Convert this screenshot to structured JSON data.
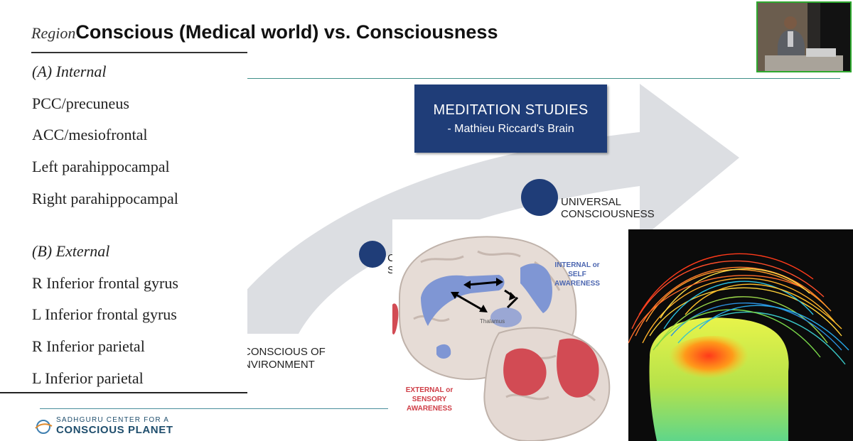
{
  "slide": {
    "title_region": "Region",
    "title_main": "Conscious (Medical world) vs. Consciousness"
  },
  "regions": {
    "internal_header": "(A) Internal",
    "internal_items": [
      "PCC/precuneus",
      "ACC/mesiofrontal",
      "Left parahippocampal",
      "Right parahippocampal"
    ],
    "external_header": "(B) External",
    "external_items": [
      "R Inferior frontal gyrus",
      "L Inferior frontal gyrus",
      "R Inferior parietal",
      "L Inferior parietal"
    ]
  },
  "meditation": {
    "title": "MEDITATION STUDIES",
    "subtitle": "- Mathieu Riccard's Brain"
  },
  "arrow_labels": {
    "universal_line1": "UNIVERSAL",
    "universal_line2": "CONSCIOUSNESS",
    "mid_line1": "C",
    "mid_line2": "S",
    "env_line1": "CONSCIOUS OF",
    "env_line2": "NVIRONMENT"
  },
  "brain_image": {
    "internal_line1": "INTERNAL or",
    "internal_line2": "SELF",
    "internal_line3": "AWARENESS",
    "external_line1": "EXTERNAL or",
    "external_line2": "SENSORY",
    "external_line3": "AWARENESS",
    "thalamus": "Thalamus"
  },
  "logo": {
    "line1": "SADHGURU CENTER FOR A",
    "line2": "CONSCIOUS PLANET"
  },
  "colors": {
    "navy": "#1f3d78",
    "teal": "#3f8f88",
    "arrow_gray": "#dcdee2",
    "internal_blue": "#4c66b0",
    "external_red": "#cf3d46",
    "webcam_border": "#2ea82e"
  }
}
